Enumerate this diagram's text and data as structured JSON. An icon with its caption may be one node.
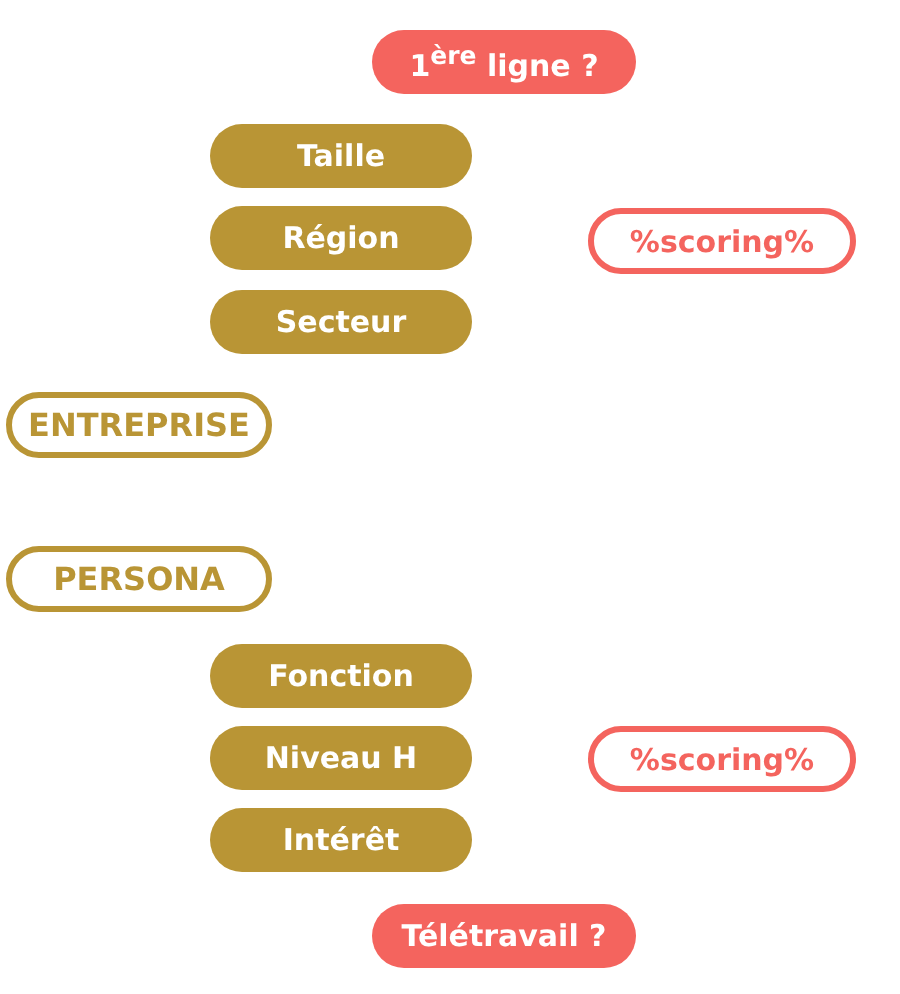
{
  "diagram": {
    "nodes": [
      {
        "text": [
          "1$^{ère}$ ligne ?"
        ]
      },
      {
        "text": [
          "Taille"
        ]
      },
      {
        "text": [
          "Région"
        ]
      },
      {
        "text": [
          "Secteur"
        ]
      },
      {
        "text": [
          "%scoring%"
        ]
      },
      {
        "text": [
          "ENTREPRISE"
        ]
      },
      {
        "text": [
          "PERSONA"
        ]
      },
      {
        "text": [
          "Fonction"
        ]
      },
      {
        "text": [
          "Niveau H"
        ]
      },
      {
        "text": [
          "Intérêt"
        ]
      },
      {
        "text": [
          "%scoring%"
        ]
      },
      {
        "text": [
          "Télétravail ?"
        ]
      }
    ]
  }
}
